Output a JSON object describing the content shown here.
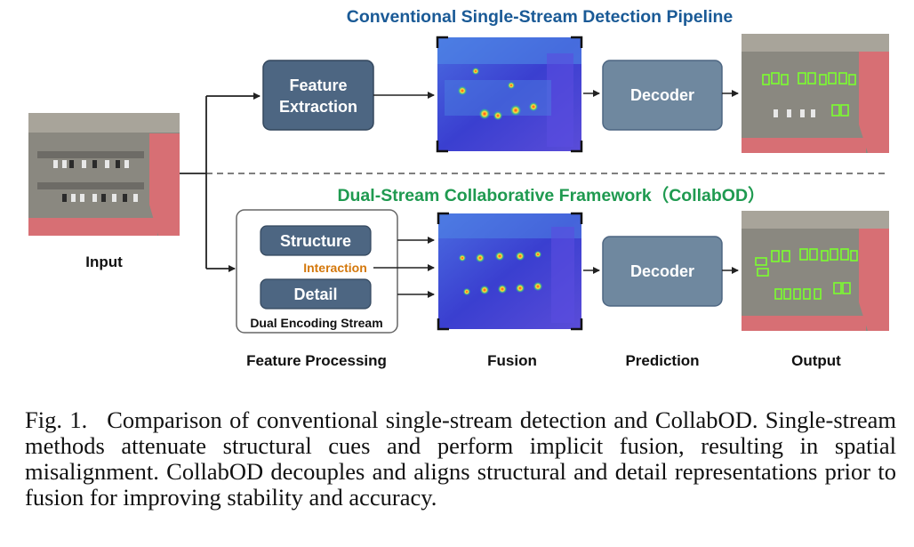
{
  "diagram": {
    "top_title": "Conventional Single-Stream Detection Pipeline",
    "bottom_title": "Dual-Stream Collaborative Framework（CollabOD）",
    "feature_extraction_line1": "Feature",
    "feature_extraction_line2": "Extraction",
    "decoder_top": "Decoder",
    "decoder_bottom": "Decoder",
    "structure": "Structure",
    "interaction": "Interaction",
    "detail": "Detail",
    "dual_encoding": "Dual Encoding Stream",
    "labels": {
      "input": "Input",
      "feature_processing": "Feature Processing",
      "fusion": "Fusion",
      "prediction": "Prediction",
      "output": "Output"
    },
    "colors": {
      "top_title": "#1a5a96",
      "bottom_title": "#1f9a50",
      "dark_box": "#4d6682",
      "decoder_box": "#6f889f",
      "interaction": "#d4780c",
      "heatmap": "#3b3fd6",
      "detection_box": "#7cff2e"
    }
  },
  "caption": {
    "label": "Fig. 1.",
    "text": "Comparison of conventional single-stream detection and CollabOD. Single-stream methods attenuate structural cues and perform implicit fusion, resulting in spatial misalignment. CollabOD decouples and aligns structural and detail representations prior to fusion for improving stability and accuracy."
  }
}
